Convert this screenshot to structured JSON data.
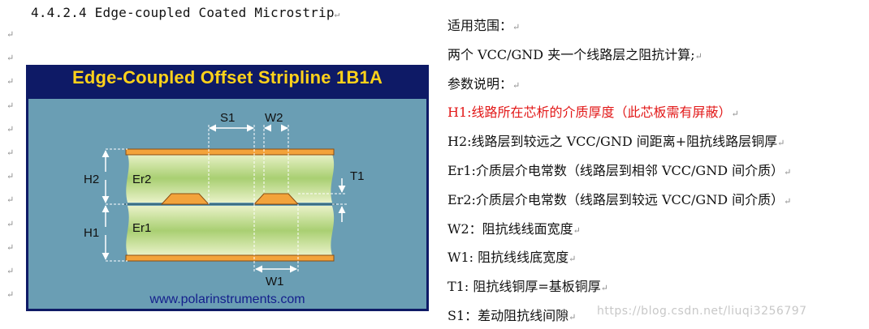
{
  "heading": "4.4.2.4 Edge-coupled Coated Microstrip",
  "para_mark": "↵",
  "figure": {
    "title": "Edge-Coupled Offset Stripline 1B1A",
    "labels": {
      "s1": "S1",
      "w2": "W2",
      "h2": "H2",
      "h1": "H1",
      "er2": "Er2",
      "er1": "Er1",
      "t1": "T1",
      "w1": "W1"
    },
    "url": "www.polarinstruments.com"
  },
  "params": [
    {
      "text": "适用范围：",
      "color": "#111111"
    },
    {
      "text": "两个 VCC/GND 夹一个线路层之阻抗计算;",
      "color": "#111111"
    },
    {
      "text": "参数说明：",
      "color": "#111111"
    },
    {
      "text": "H1:线路所在芯析的介质厚度（此芯板需有屏蔽）",
      "color": "#e21818"
    },
    {
      "text": "H2:线路层到较远之 VCC/GND 间距离+阻抗线路层铜厚",
      "color": "#111111"
    },
    {
      "text": "Er1:介质层介电常数（线路层到相邻 VCC/GND 间介质）",
      "color": "#111111"
    },
    {
      "text": "Er2:介质层介电常数（线路层到较远 VCC/GND 间介质）",
      "color": "#111111"
    },
    {
      "text": "W2：阻抗线线面宽度",
      "color": "#111111"
    },
    {
      "text": "W1: 阻抗线线底宽度",
      "color": "#111111"
    },
    {
      "text": "T1: 阻抗线铜厚=基板铜厚",
      "color": "#111111"
    },
    {
      "text": "S1：差动阻抗线间隙",
      "color": "#111111"
    }
  ],
  "watermark": "https://blog.csdn.net/liuqi3256797"
}
